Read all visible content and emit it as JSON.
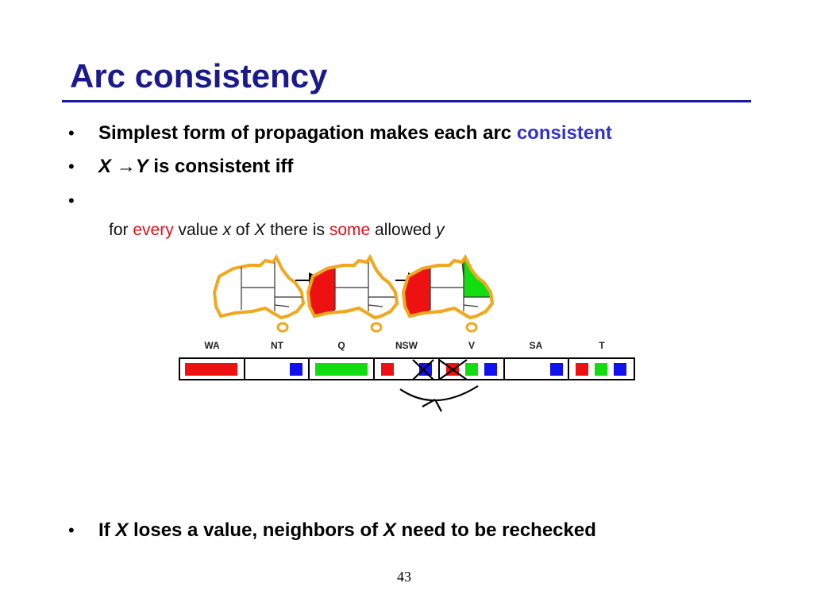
{
  "slide": {
    "title": "Arc consistency",
    "bullets": {
      "b1_text": "Simplest form of propagation makes each arc ",
      "b1_accent": "consistent",
      "b2_x": "X",
      "b2_arrow": "→",
      "b2_y": "Y",
      "b2_rest": " is consistent iff",
      "b4_prefix": "If ",
      "b4_x1": "X",
      "b4_mid": " loses a value, neighbors of ",
      "b4_x2": "X",
      "b4_rest": " need to be rechecked"
    },
    "sub_line": {
      "p1": "for ",
      "every": "every",
      "p2": " value ",
      "x": "x",
      "p3": " of ",
      "X": "X",
      "p4": " there is ",
      "some": "some",
      "p5": " allowed ",
      "y": "y"
    },
    "page_number": "43"
  },
  "domains": {
    "labels": [
      "WA",
      "NT",
      "Q",
      "NSW",
      "V",
      "SA",
      "T"
    ],
    "colors": {
      "red": "#ee1111",
      "green": "#11dd11",
      "blue": "#1111ee",
      "map_outline": "#f0a820"
    }
  }
}
